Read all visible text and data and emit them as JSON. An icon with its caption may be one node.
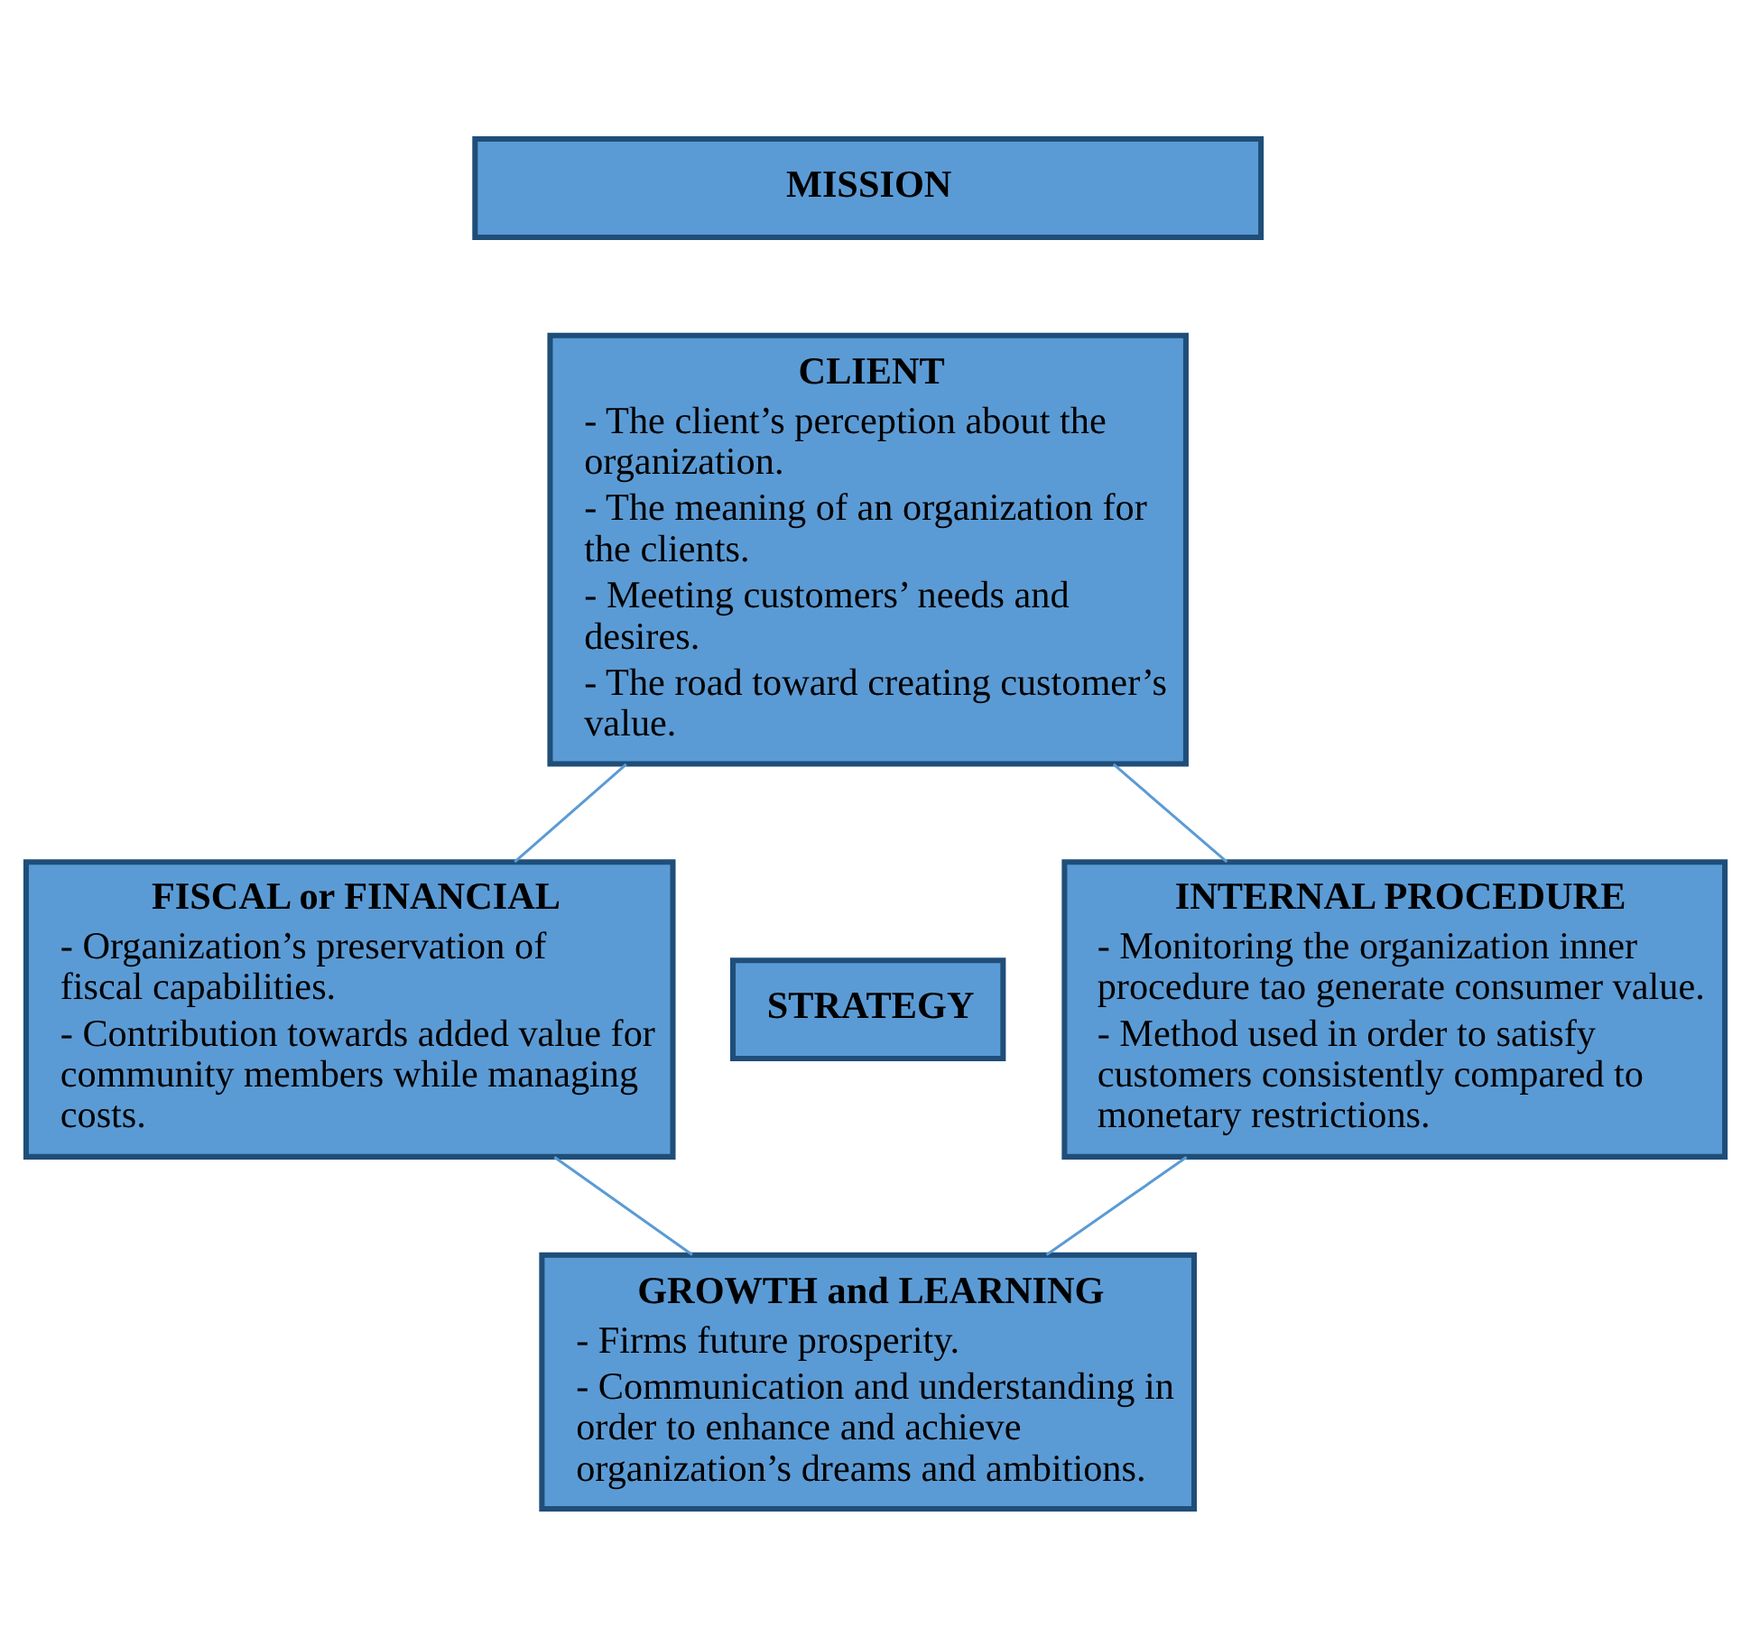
{
  "diagram": {
    "nodes": [
      {
        "text": [
          "MISSION"
        ]
      },
      {
        "text": [
          "CLIENT",
          "- The client’s perception about the organization.",
          "- The meaning of an organization for the clients.",
          "- Meeting customers’ needs and desires.",
          "- The road toward creating customer’s value."
        ]
      },
      {
        "text": [
          "FISCAL or FINANCIAL",
          "- Organization’s preservation of fiscal capabilities.",
          "- Contribution towards added value for community members while managing costs."
        ]
      },
      {
        "text": [
          "STRATEGY"
        ]
      },
      {
        "text": [
          "INTERNAL PROCEDURE",
          "- Monitoring the organization inner procedure tao generate consumer value.",
          "- Method used in order to satisfy customers consistently compared to monetary restrictions."
        ]
      },
      {
        "text": [
          "GROWTH and LEARNING",
          "- Firms future prosperity.",
          "- Communication and understanding in order to enhance and achieve organization’s dreams and ambitions."
        ]
      }
    ],
    "edges": [
      {
        "from": 1,
        "to": 2,
        "arrow": "none"
      },
      {
        "from": 1,
        "to": 4,
        "arrow": "none"
      },
      {
        "from": 2,
        "to": 5,
        "arrow": "none"
      },
      {
        "from": 4,
        "to": 5,
        "arrow": "none"
      }
    ]
  }
}
